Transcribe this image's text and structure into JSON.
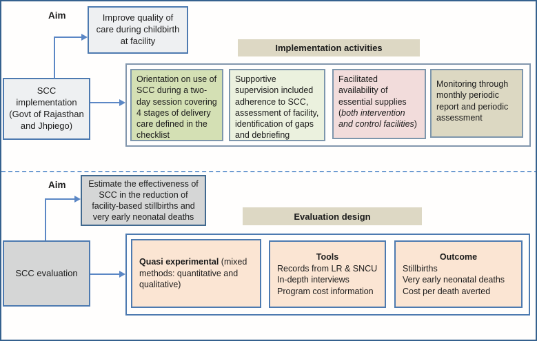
{
  "palette": {
    "outer_border": "#35618e",
    "arrow": "#5b87c5",
    "dashed": "#6d9bd1",
    "container_border": "#8296ad",
    "blue_border": "#4d7ab0",
    "slate_border": "#41698f",
    "activity_border": "#7d96ac",
    "band_bg": "#ddd8c4",
    "light_gray_bg": "#eef0f2",
    "gray_bg": "#d5d6d6",
    "green_bg": "#d4e0b4",
    "pale_green_bg": "#ebf1de",
    "pink_bg": "#f2dcdb",
    "tan_bg": "#dcd8c2",
    "peach_bg": "#fbe5d3"
  },
  "implementation": {
    "aim_label": "Aim",
    "aim_text": "Improve quality of care during childbirth at facility",
    "band_label": "Implementation activities",
    "source_text": "SCC implementation (Govt of Rajasthan and Jhpiego)",
    "activities": {
      "orientation": "Orientation on use of SCC during a two-day session  covering 4 stages of delivery care defined in the checklist",
      "supervision": "Supportive supervision  included adherence to SCC, assessment of facility, identification of gaps and debriefing",
      "supplies_prefix": "Facilitated availability of essential supplies (",
      "supplies_italic": "both intervention and control facilities",
      "supplies_suffix": ")",
      "monitoring": "Monitoring through monthly periodic report and periodic assessment"
    }
  },
  "evaluation": {
    "aim_label": "Aim",
    "aim_text": "Estimate the effectiveness of SCC in the reduction of facility-based stillbirths and very early neonatal deaths",
    "band_label": "Evaluation design",
    "source_text": "SCC evaluation",
    "design_bold": "Quasi experimental",
    "design_rest": " (mixed methods: quantitative and qualitative)",
    "tools": {
      "title": "Tools",
      "items": [
        "Records from LR & SNCU",
        "In-depth interviews",
        "Program cost information"
      ]
    },
    "outcome": {
      "title": "Outcome",
      "items": [
        "Stillbirths",
        "Very early neonatal deaths",
        "Cost per death averted"
      ]
    }
  }
}
